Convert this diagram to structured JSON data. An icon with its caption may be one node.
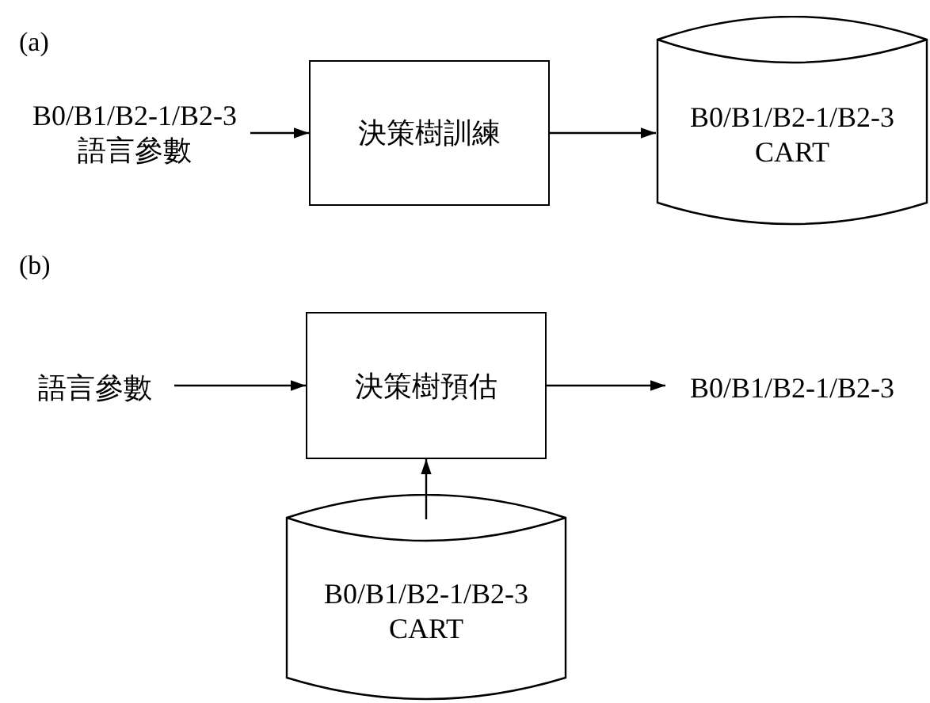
{
  "diagram": {
    "nodes": [
      {
        "text": [
          "B0/B1/B2-1/B2-3 語言參數"
        ]
      },
      {
        "text": [
          "決策樹訓練"
        ]
      },
      {
        "text": [
          "B0/B1/B2-1/B2-3 CART"
        ]
      },
      {
        "text": [
          "語言參數"
        ]
      },
      {
        "text": [
          "決策樹預估"
        ]
      },
      {
        "text": [
          "B0/B1/B2-1/B2-3"
        ]
      },
      {
        "text": [
          "B0/B1/B2-1/B2-3 CART"
        ]
      }
    ],
    "edges": [
      {
        "from": 0,
        "to": 1,
        "arrow": "to"
      },
      {
        "from": 1,
        "to": 2,
        "arrow": "to"
      },
      {
        "from": 3,
        "to": 4,
        "arrow": "to"
      },
      {
        "from": 4,
        "to": 5,
        "arrow": "to"
      },
      {
        "from": 6,
        "to": 4,
        "arrow": "to"
      }
    ],
    "labels": [
      "(a)",
      "(b)"
    ]
  }
}
